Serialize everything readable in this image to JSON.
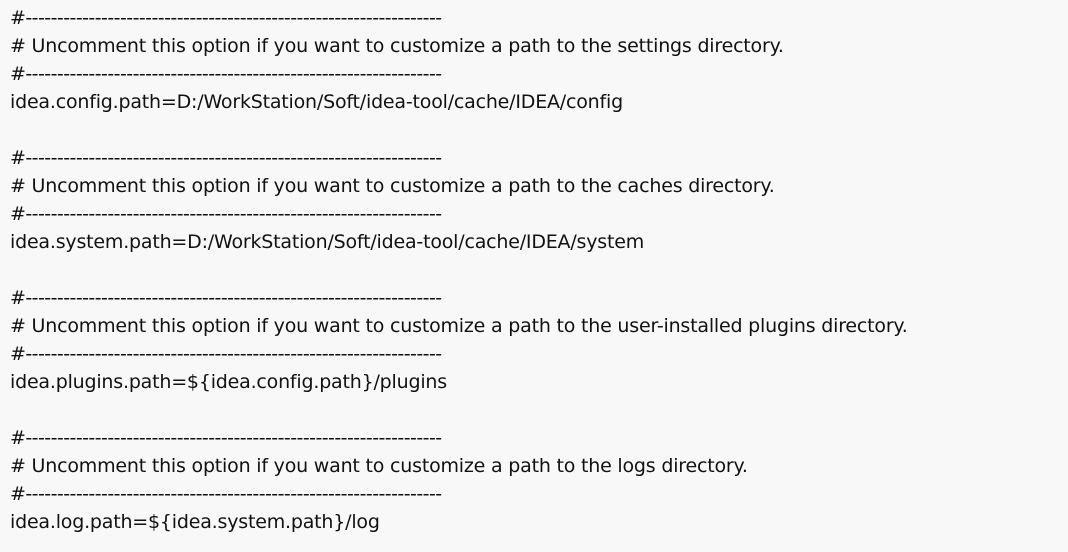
{
  "document": {
    "separator_line": "#------------------------------------------------------------------",
    "blank_line": " ",
    "blocks": [
      {
        "id": "settings-directory",
        "top_separator": "#------------------------------------------------------------------",
        "comment": "# Uncomment this option if you want to customize a path to the settings directory.",
        "bottom_separator": "#------------------------------------------------------------------",
        "property_key": "idea.config.path",
        "property_value": "D:/WorkStation/Soft/idea-tool/cache/IDEA/config",
        "property_line": "idea.config.path=D:/WorkStation/Soft/idea-tool/cache/IDEA/config"
      },
      {
        "id": "caches-directory",
        "top_separator": "#------------------------------------------------------------------",
        "comment": "# Uncomment this option if you want to customize a path to the caches directory.",
        "bottom_separator": "#------------------------------------------------------------------",
        "property_key": "idea.system.path",
        "property_value": "D:/WorkStation/Soft/idea-tool/cache/IDEA/system",
        "property_line": "idea.system.path=D:/WorkStation/Soft/idea-tool/cache/IDEA/system"
      },
      {
        "id": "plugins-directory",
        "top_separator": "#------------------------------------------------------------------",
        "comment": "# Uncomment this option if you want to customize a path to the user-installed plugins directory.",
        "bottom_separator": "#------------------------------------------------------------------",
        "property_key": "idea.plugins.path",
        "property_value": "${idea.config.path}/plugins",
        "property_line": "idea.plugins.path=${idea.config.path}/plugins"
      },
      {
        "id": "logs-directory",
        "top_separator": "#------------------------------------------------------------------",
        "comment": "# Uncomment this option if you want to customize a path to the logs directory.",
        "bottom_separator": "#------------------------------------------------------------------",
        "property_key": "idea.log.path",
        "property_value": "${idea.system.path}/log",
        "property_line": "idea.log.path=${idea.system.path}/log"
      }
    ]
  },
  "colors": {
    "background": "#f8f8f8",
    "text": "#111111"
  }
}
